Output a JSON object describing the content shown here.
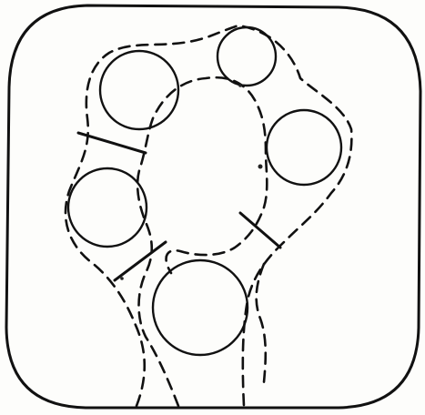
{
  "diagram": {
    "ring_count": 5,
    "bar_count": 3,
    "stroke_color": "#111111",
    "background_color": "#fdfdfb",
    "outline_style": "dashed",
    "frame_shape": "rounded-square"
  }
}
